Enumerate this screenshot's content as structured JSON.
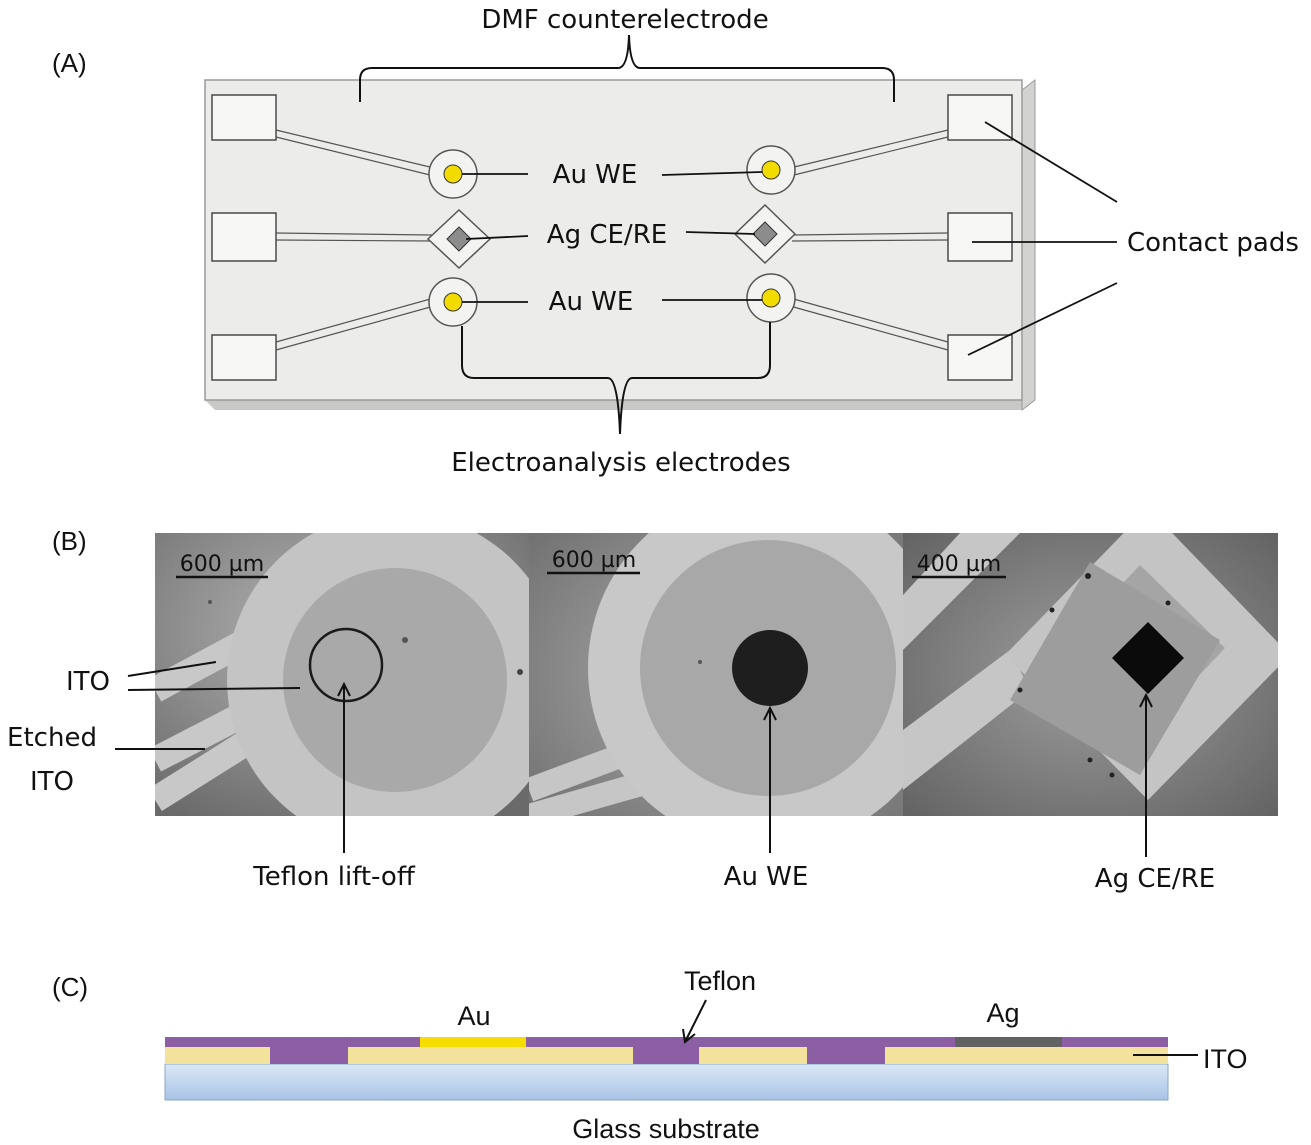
{
  "panel_a": {
    "label": "(A)",
    "counterelectrode_label": "DMF counterelectrode",
    "au_we_top_label": "Au WE",
    "ag_label": "Ag CE/RE",
    "au_we_bottom_label": "Au WE",
    "contact_pads_label": "Contact pads",
    "electroanalysis_label": "Electroanalysis electrodes",
    "colors": {
      "gold": "#f2dc00",
      "silver": "#8c8c8c",
      "chip": "#ececea"
    }
  },
  "panel_b": {
    "label": "(B)",
    "scale_left": "600 µm",
    "scale_middle": "600 µm",
    "scale_right": "400 µm",
    "ito_label": "ITO",
    "etched_label_1": "Etched",
    "etched_label_2": "ITO",
    "teflon_liftoff_label": "Teflon lift-off",
    "au_we_label": "Au WE",
    "ag_label": "Ag CE/RE"
  },
  "panel_c": {
    "label": "(C)",
    "au_label": "Au",
    "teflon_label": "Teflon",
    "ag_label": "Ag",
    "ito_label": "ITO",
    "glass_label": "Glass substrate",
    "colors": {
      "teflon": "#8c5ea4",
      "ito": "#f3e29c",
      "au": "#f5dd00",
      "ag": "#626262",
      "glass": "#bcd2ec"
    }
  }
}
